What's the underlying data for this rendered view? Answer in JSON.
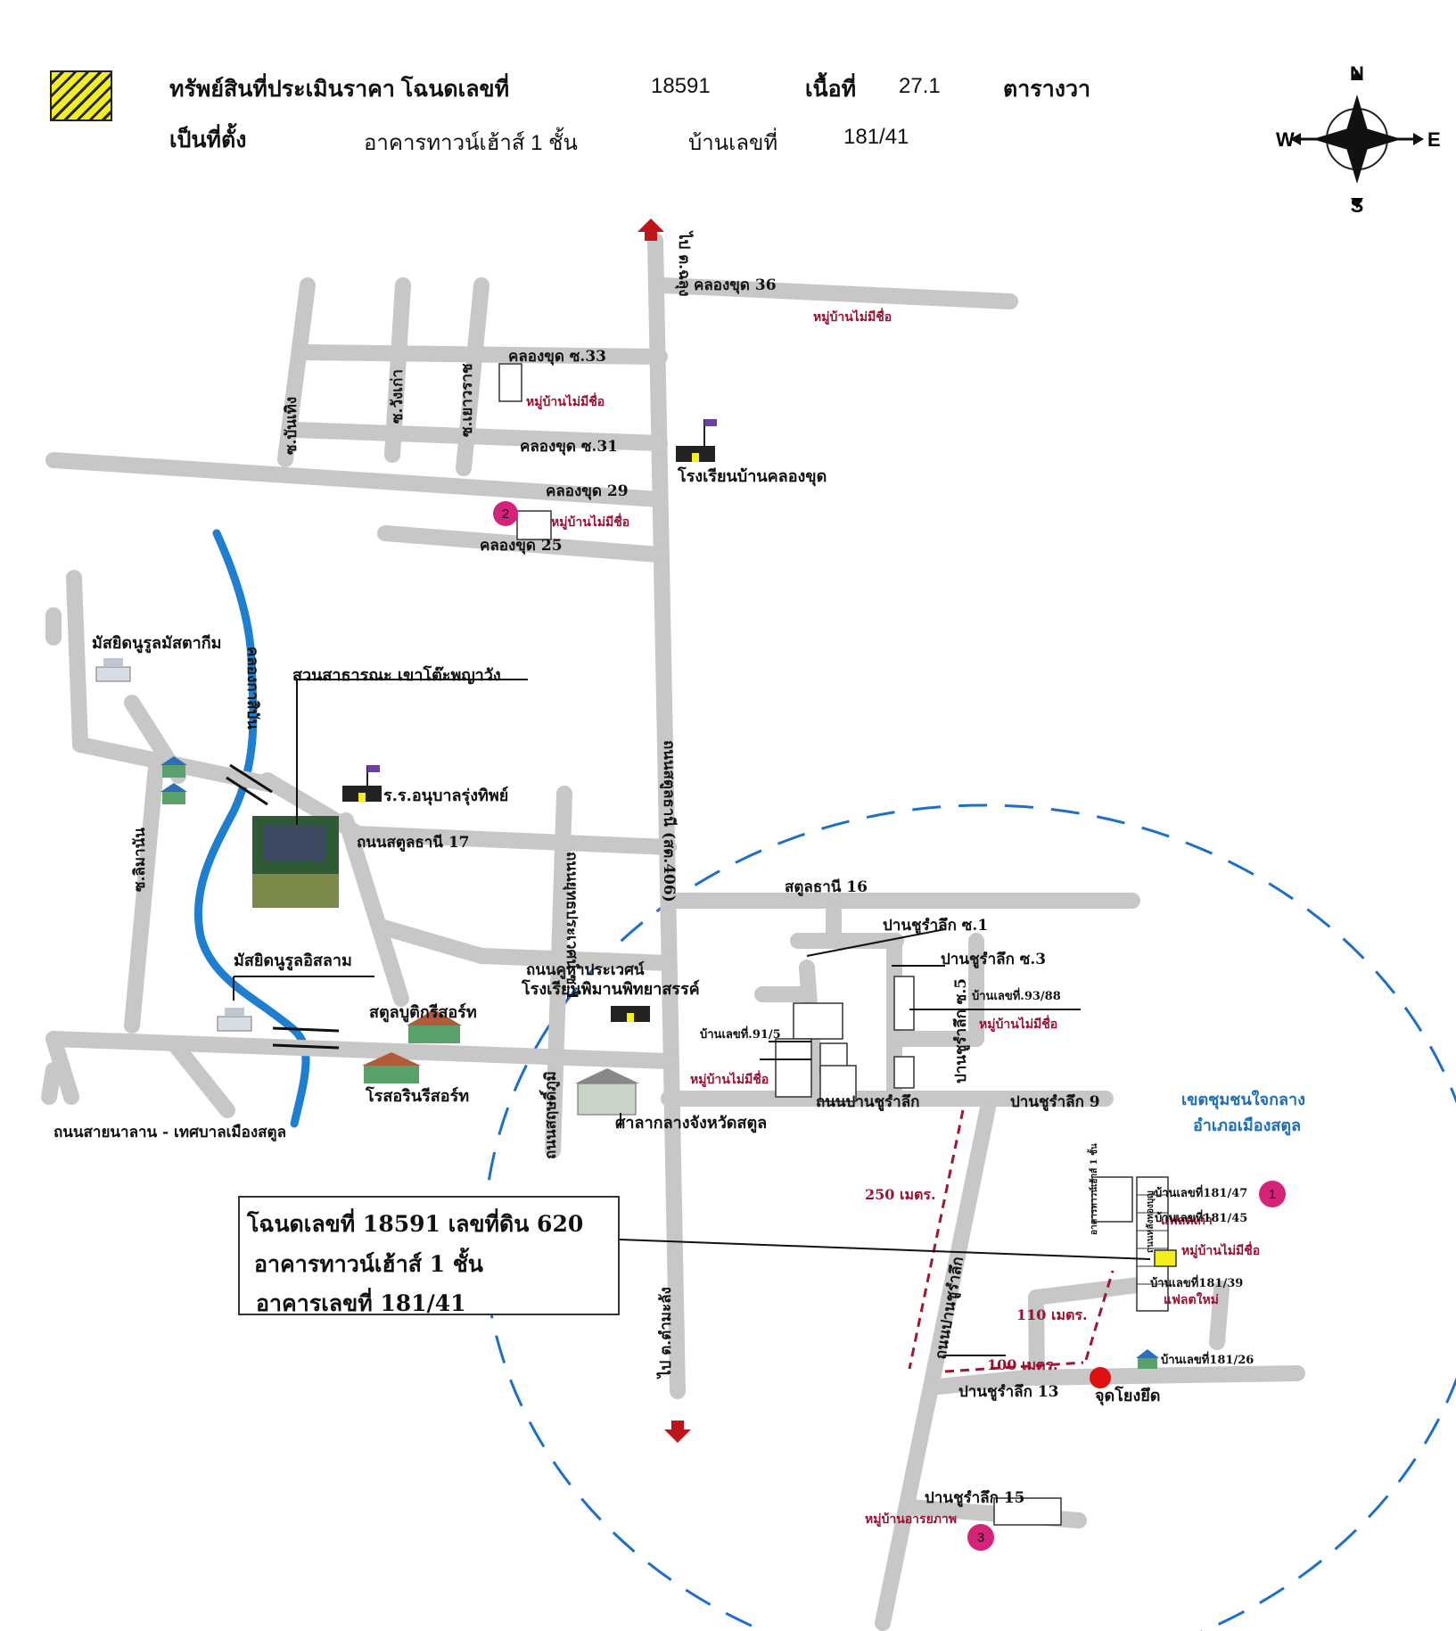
{
  "header": {
    "line1_label": "ทรัพย์สินที่ประเมินราคา โฉนดเลขที่",
    "line1_deed_no": "18591",
    "line1_area_label": "เนื้อที่",
    "line1_area_value": "27.1",
    "line1_area_unit": "ตารางวา",
    "line2_label": "เป็นที่ตั้ง",
    "line2_building": "อาคารทาวน์เฮ้าส์ 1 ชั้น",
    "line2_house_label": "บ้านเลขที่",
    "line2_house_no": "181/41"
  },
  "compass": {
    "n": "N",
    "s": "S",
    "e": "E",
    "w": "W"
  },
  "roads": {
    "to_satun": "ไป ต.ฉลุง",
    "to_tammalang": "ไป ต.ตำมะลัง",
    "main": "ถนนสตูลธานี (สต.406)",
    "khlongkhut36": "คลองขุด 36",
    "khlongkhut33": "คลองขุด ซ.33",
    "khlongkhut31": "คลองขุด ซ.31",
    "khlongkhut29": "คลองขุด 29",
    "khlongkhut25": "คลองขุด 25",
    "so_banthing": "ซ.บันเทิง",
    "so_wangkao": "ซ.วังเก่า",
    "so_yaowarat": "ซ.เยาวราช",
    "khlong_tamban": "คลองกาสิบัน",
    "satun_thani17": "ถนนสตูลธานี 17",
    "satun_thani16": "สตูลธานี 16",
    "so_limmana": "ซ.ลิมานัน",
    "soi_pracha1": "ถนนยุทธประเวศน์ ซ.1",
    "kuhaprawet": "ถนนคูหาประเวศน์",
    "samantapradit": "ถนนสฤษดิ์ภูมิ",
    "sainalan": "ถนนสายนาลาน - เทศบาลเมืองสตูล",
    "panchurlik": "ถนนปานชูรำลึก",
    "panchurlik9": "ปานชูรำลึก 9",
    "panchurlik_s1": "ปานชูรำลึก ซ.1",
    "panchurlik_s3": "ปานชูรำลึก ซ.3",
    "panchurlik_s5": "ปานชูรำลึก ซ.5",
    "panchurlik_main": "ถนนปานชูรำลึก",
    "panchurlik13": "ปานชูรำลึก 13",
    "panchurlik15": "ปานชูรำลึก 15"
  },
  "places": {
    "school_khlongkhut": "โรงเรียนบ้านคลองขุด",
    "mosque_nurulmus": "มัสยิดนูรูลมัสตากีม",
    "park": "สวนสาธารณะ เขาโต๊ะพญาวัง",
    "kindergarten": "ร.ร.อนุบาลรุ่งทิพย์",
    "mosque_nurulislam": "มัสยิดนูรูลอิสลาม",
    "satun_boutique": "สตูลบูติกรีสอร์ท",
    "rosarin": "โรสอรินรีสอร์ท",
    "school_phiman": "โรงเรียนพิมานพิทยาสรรค์",
    "city_hall": "ศาลากลางจังหวัดสตูล",
    "reference_point": "จุดโยงยึด",
    "zone_line1": "เขตชุมชนใจกลาง",
    "zone_line2": "อำเภอเมืองสตูล"
  },
  "villages": {
    "unnamed": "หมู่บ้านไม่มีชื่อ",
    "arayaphap": "หมู่บ้านอารยภาพ"
  },
  "houses": {
    "h93_88": "บ้านเลขที่.93/88",
    "h91_5": "บ้านเลขที่.91/5",
    "h181_47": "บ้านเลขที่181/47",
    "h181_45": "บ้านเลขที่181/45",
    "h181_39": "บ้านเลขที่181/39",
    "h181_26": "บ้านเลขที่181/26",
    "flat_old": "แฟลตเก่า",
    "flat_new": "แฟลตใหม่",
    "townhouse_small": "อาคารทาวน์เฮ้าส์ 1 ชั้น",
    "road_small": "ถนนหลังทองบุญ"
  },
  "distances": {
    "d250": "250 เมตร.",
    "d110": "110 เมตร.",
    "d100": "100 เมตร."
  },
  "markers": {
    "m1": "1",
    "m2": "2",
    "m3": "3"
  },
  "info_box": {
    "line1": "โฉนดเลขที่ 18591 เลขที่ดิน 620",
    "line2": "อาคารทาวน์เฮ้าส์ 1 ชั้น",
    "line3": "อาคารเลขที่ 181/41"
  },
  "colors": {
    "road": "#c7c7c7",
    "river": "#1e7fd0",
    "zone": "#1e6fc6",
    "label_red": "#9b1030",
    "label_blue": "#1f6fb8",
    "marker": "#d6237a",
    "arrow_red": "#c0141a"
  }
}
